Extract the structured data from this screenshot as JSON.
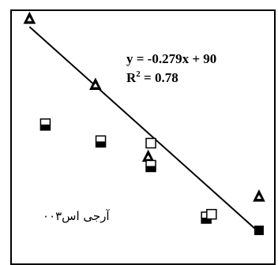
{
  "chart_data": {
    "type": "scatter",
    "title": "",
    "xlabel": "",
    "ylabel": "",
    "grid": false,
    "legend": "none",
    "xlim": [
      0,
      100
    ],
    "ylim": [
      60,
      90
    ],
    "series": [
      {
        "marker": "triangle-filled",
        "points": [
          {
            "x": 7,
            "y": 89.0
          },
          {
            "x": 32,
            "y": 81.2
          },
          {
            "x": 52,
            "y": 72.7
          },
          {
            "x": 94,
            "y": 68.0
          }
        ]
      },
      {
        "marker": "square-half-filled",
        "points": [
          {
            "x": 13,
            "y": 76.5
          },
          {
            "x": 34,
            "y": 74.5
          },
          {
            "x": 53,
            "y": 71.6
          },
          {
            "x": 74,
            "y": 65.5
          }
        ]
      },
      {
        "marker": "square-open",
        "points": [
          {
            "x": 53,
            "y": 74.3
          },
          {
            "x": 76,
            "y": 65.9
          }
        ]
      },
      {
        "marker": "square-filled",
        "points": [
          {
            "x": 94,
            "y": 64.0
          }
        ]
      }
    ],
    "trendline": {
      "slope": -0.279,
      "intercept": 90,
      "x_start": 7,
      "x_end": 94,
      "equation": "y = -0.279x + 90",
      "r2_prefix": "R",
      "r2_sup": "2",
      "r2_suffix": " = 0.78"
    },
    "annotation": "آرجی اس۰۰۳",
    "colors": {
      "marker": "#000000",
      "line": "#000000",
      "border": "#000000",
      "background": "#ffffff"
    }
  }
}
